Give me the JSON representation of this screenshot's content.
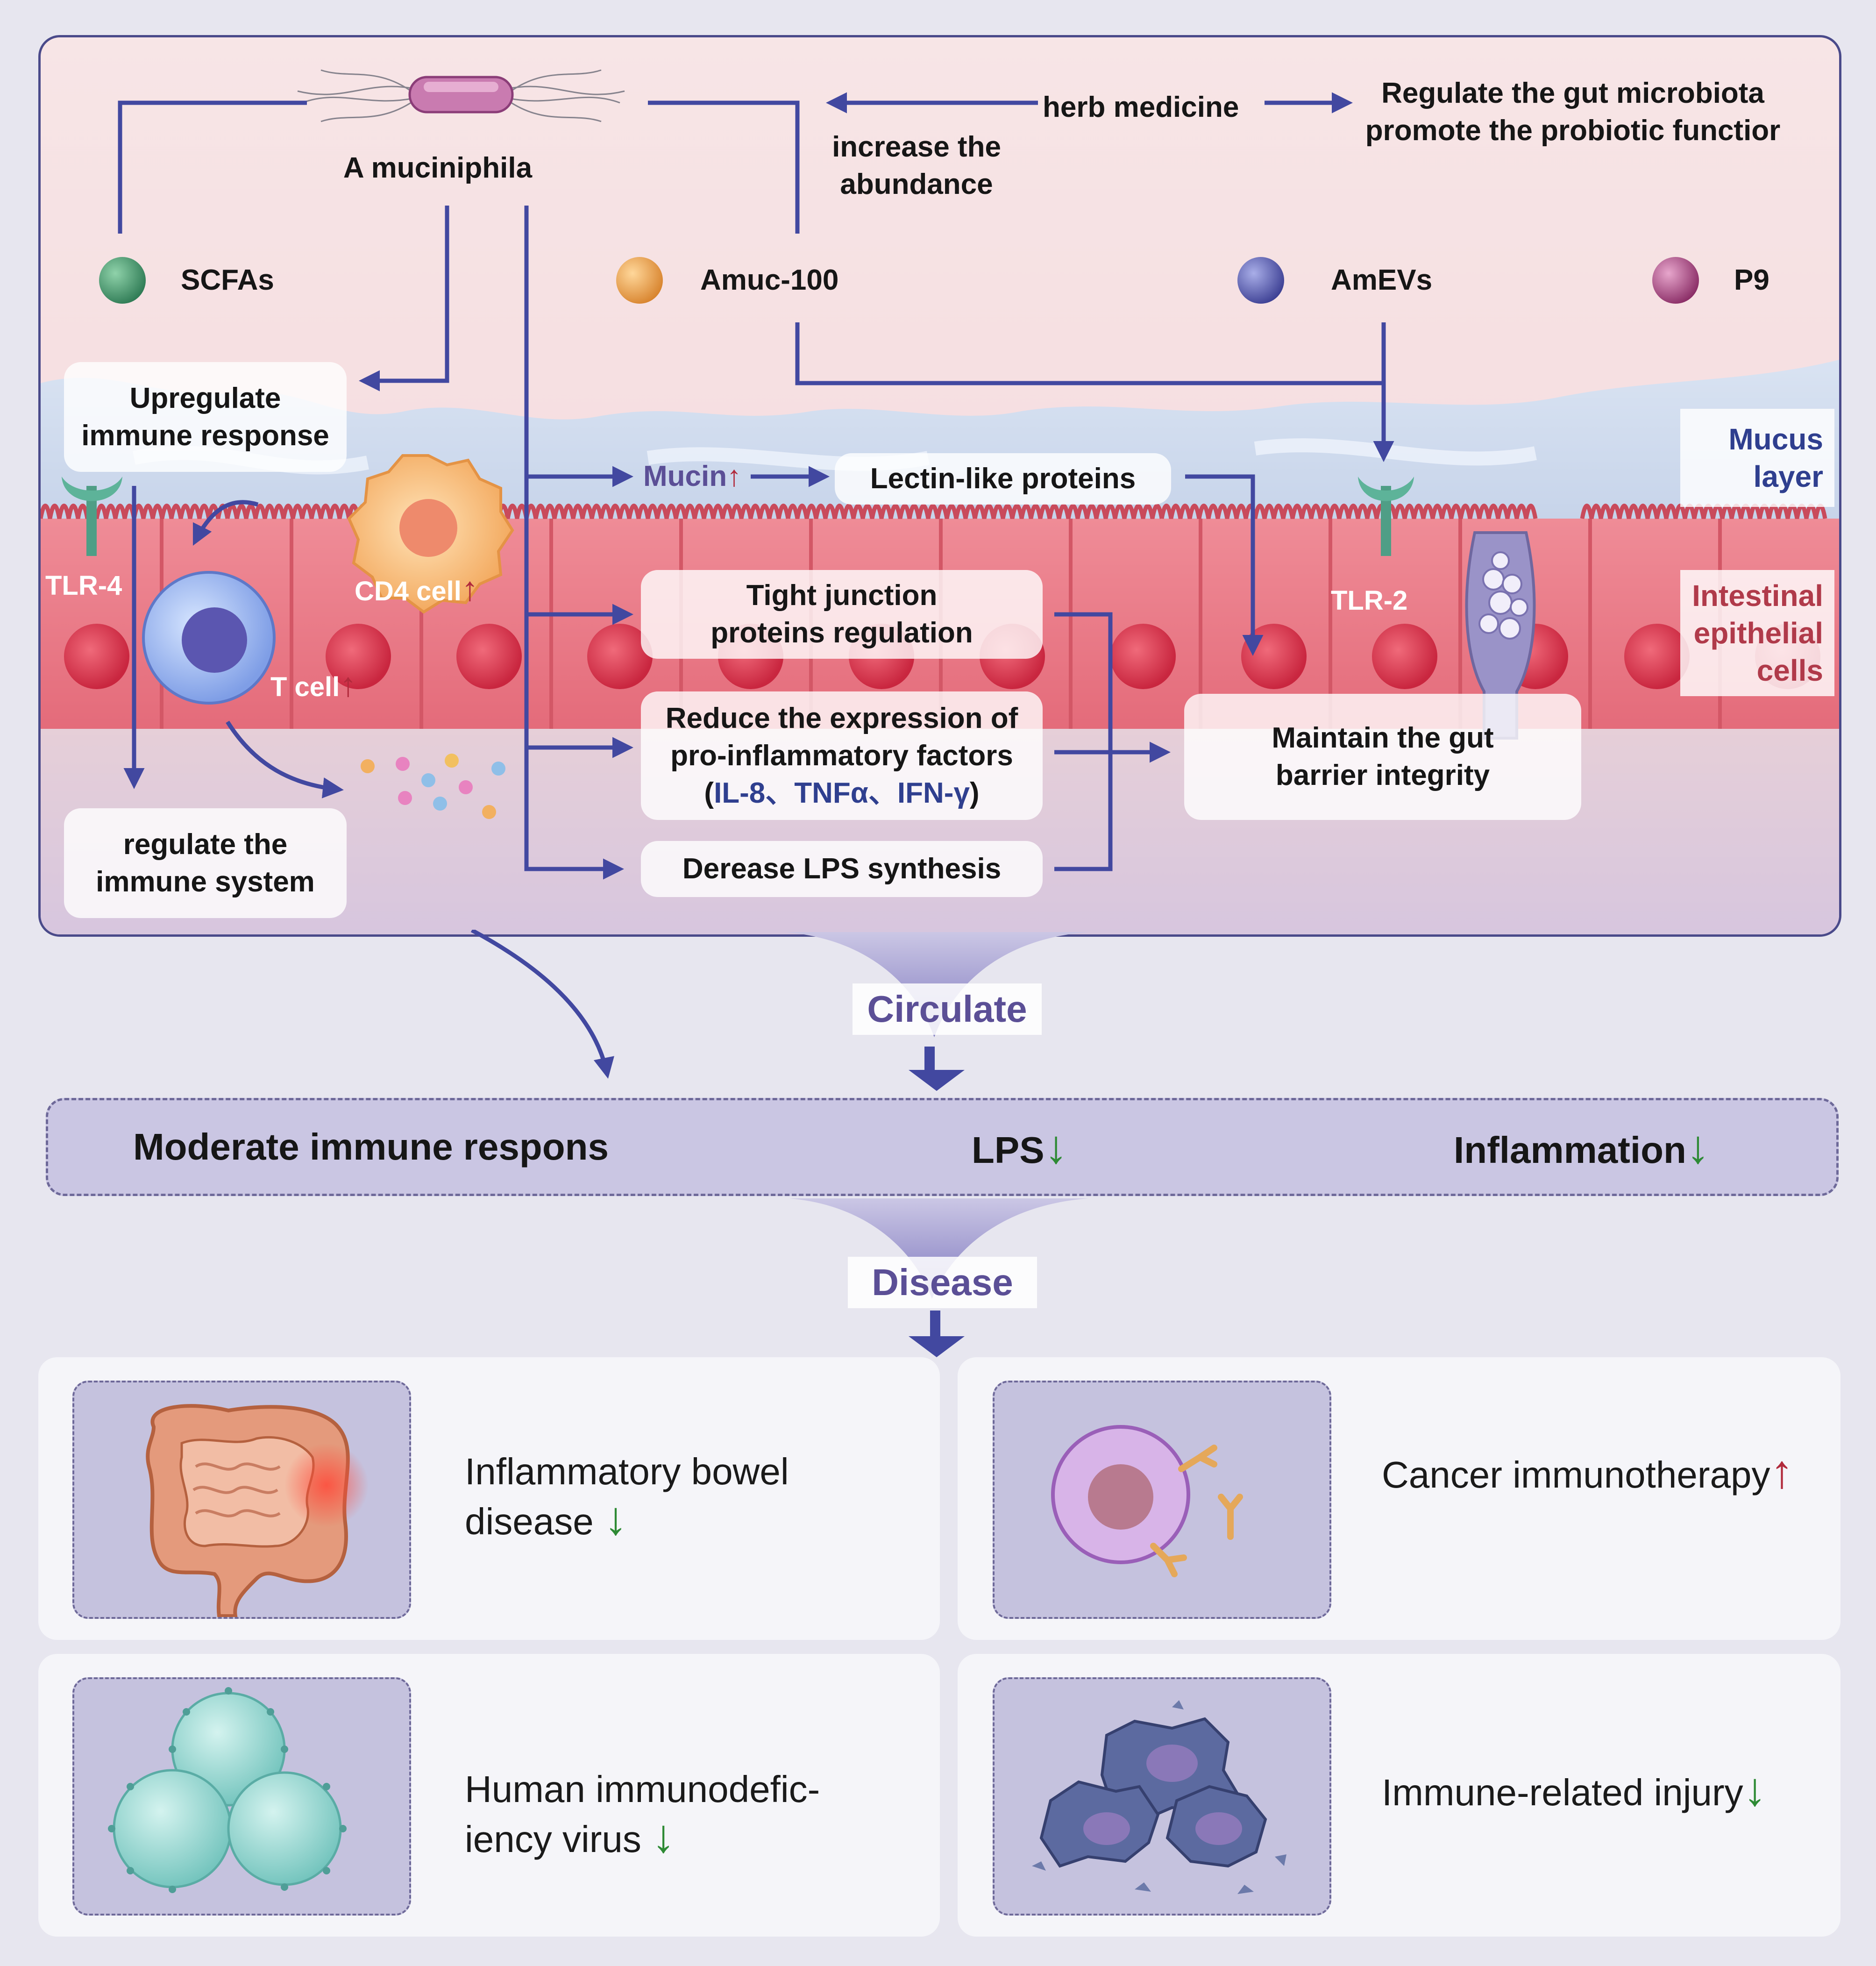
{
  "colors": {
    "arrow": "#4248a0",
    "up": "#b12a3c",
    "down": "#2e8a35",
    "mucus_text": "#2f3f8f",
    "epi_text": "#b03a4a",
    "section": "#5b4f96"
  },
  "gut": {
    "bacterium": "A muciniphila",
    "herb": "herb medicine",
    "increase": [
      "increase the",
      "abundance"
    ],
    "regulate": [
      "Regulate the gut microbiota",
      "promote the probiotic functior"
    ],
    "metabolites": {
      "scfas": "SCFAs",
      "amuc": "Amuc-100",
      "amevs": "AmEVs",
      "p9": "P9"
    },
    "upregulate": [
      "Upregulate",
      "immune response"
    ],
    "mucin": "Mucin",
    "up_arrow": "↑",
    "down_arrow": "↓",
    "lectin": "Lectin-like proteins",
    "tight": [
      "Tight junction",
      "proteins regulation"
    ],
    "reduce": [
      "Reduce the expression of",
      "pro-inflammatory factors"
    ],
    "cyto": "(IL-8、TNFα、IFN-γ)",
    "cyto_open": "(",
    "cyto_mid": "IL-8、TNFα、IFN-γ",
    "cyto_close": ")",
    "lps_syn": "Derease LPS synthesis",
    "barrier": [
      "Maintain the gut",
      "barrier integrity"
    ],
    "immune_sys": [
      "regulate the",
      "immune system"
    ],
    "mucus": [
      "Mucus",
      "layer"
    ],
    "epithelial": [
      "Intestinal",
      "epithelial",
      "cells"
    ],
    "tlr4": "TLR-4",
    "tlr2": "TLR-2",
    "cd4": "CD4 cell",
    "tcell": "T cell"
  },
  "circulate": "Circulate",
  "summary": {
    "moderate": "Moderate immune respons",
    "lps": "LPS",
    "inflammation": "Inflammation"
  },
  "disease_title": "Disease",
  "diseases": {
    "ibd": [
      "Inflammatory bowel",
      "disease"
    ],
    "cancer": "Cancer immunotherapy",
    "hiv": [
      "Human immunodefic-",
      "iency virus"
    ],
    "injury": "Immune-related injury"
  }
}
